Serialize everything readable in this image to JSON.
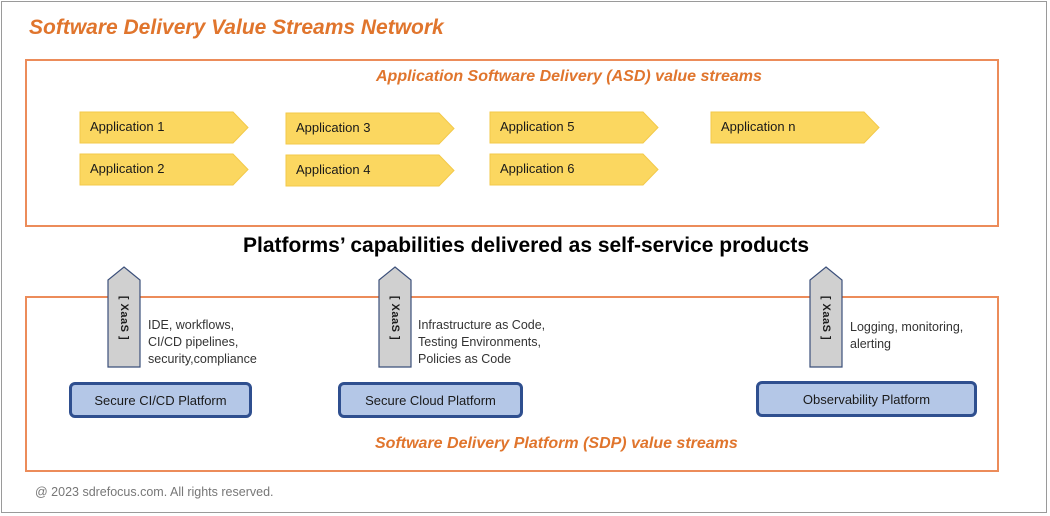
{
  "title": "Software Delivery Value Streams Network",
  "asd": {
    "caption": "Application Software Delivery (ASD) value streams",
    "apps": [
      "Application 1",
      "Application 2",
      "Application 3",
      "Application 4",
      "Application 5",
      "Application 6",
      "Application n"
    ]
  },
  "headline": "Platforms’ capabilities delivered as self-service products",
  "sdp": {
    "caption": "Software Delivery Platform (SDP) value streams",
    "xaas_label": "[ XaaS ]",
    "platforms": [
      {
        "name": "Secure CI/CD Platform",
        "capabilities": [
          "IDE, workflows,",
          "CI/CD pipelines,",
          "security,compliance"
        ]
      },
      {
        "name": "Secure Cloud Platform",
        "capabilities": [
          "Infrastructure as Code,",
          "Testing Environments,",
          "Policies as Code"
        ]
      },
      {
        "name": "Observability Platform",
        "capabilities": [
          "Logging, monitoring,",
          "alerting"
        ]
      }
    ]
  },
  "footer": "@ 2023 sdrefocus.com. All rights reserved.",
  "colors": {
    "accent_orange": "#e0752d",
    "box_border": "#ec8c5a",
    "chevron_fill": "#fbd760",
    "platform_fill": "#b4c7e7",
    "platform_border": "#2f4f8f",
    "xaas_fill": "#d0d0d0"
  }
}
